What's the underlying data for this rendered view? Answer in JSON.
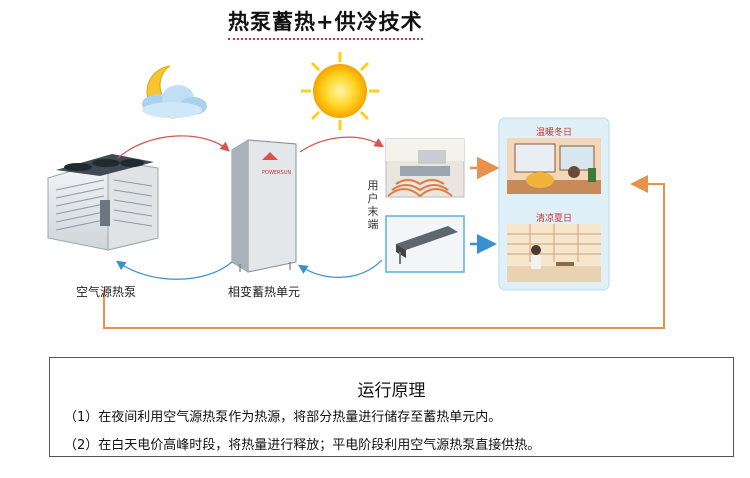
{
  "title": "热泵蓄热+供冷技术",
  "labels": {
    "air_source": "空气源热泵",
    "storage_unit": "相变蓄热单元",
    "user_terminal": "用户末端"
  },
  "scenes": {
    "winter": "温暖冬日",
    "summer": "清凉夏日"
  },
  "storage_brand": "POWERSUN",
  "principle": {
    "title": "运行原理",
    "line1": "（1）在夜间利用空气源热泵作为热源，将部分热量进行储存至蓄热单元内。",
    "line2": "（2）在白天电价高峰时段，将热量进行释放；平电阶段利用空气源热泵直接供热。"
  },
  "colors": {
    "arrow_red": "#d9534f",
    "arrow_blue": "#3b8fd0",
    "loop_orange": "#e8914a",
    "scene_bg": "#dff0f8"
  },
  "icons": [
    "moon-cloud-icon",
    "sun-icon"
  ]
}
